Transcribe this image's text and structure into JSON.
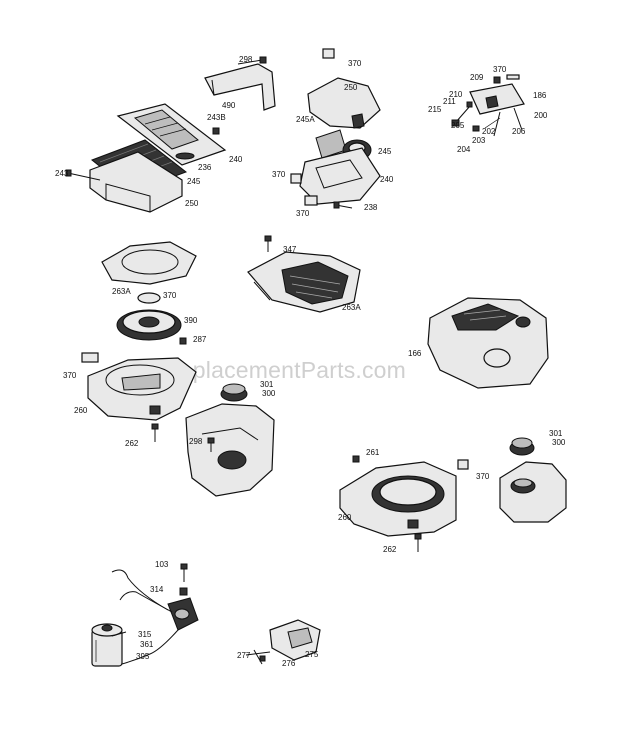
{
  "watermark": "eReplacementParts.com",
  "labels": {
    "l298a": "298",
    "l490": "490",
    "l243b": "243B",
    "l236": "236",
    "l240a": "240",
    "l245a": "245",
    "l243": "243",
    "l250a": "250",
    "l370a": "370",
    "l250b": "250",
    "l245Aa": "245A",
    "l245b": "245",
    "l370b": "370",
    "l240b": "240",
    "l370c": "370",
    "l238": "238",
    "l370d": "370",
    "l209": "209",
    "l210": "210",
    "l186": "186",
    "l211": "211",
    "l215": "215",
    "l200": "200",
    "l202": "202",
    "l205": "205",
    "l206": "206",
    "l203": "203",
    "l204": "204",
    "l263Aa": "263A",
    "l370e": "370",
    "l390": "390",
    "l287": "287",
    "l370f": "370",
    "l260a": "260",
    "l262a": "262",
    "l347": "347",
    "l263Ab": "263A",
    "l166": "166",
    "l301a": "301",
    "l300a": "300",
    "l298b": "298",
    "l261": "261",
    "l370g": "370",
    "l260b": "260",
    "l262b": "262",
    "l301b": "301",
    "l300b": "300",
    "l103": "103",
    "l314": "314",
    "l315": "315",
    "l361": "361",
    "l395": "395",
    "l277": "277",
    "l276": "276",
    "l275": "275"
  }
}
